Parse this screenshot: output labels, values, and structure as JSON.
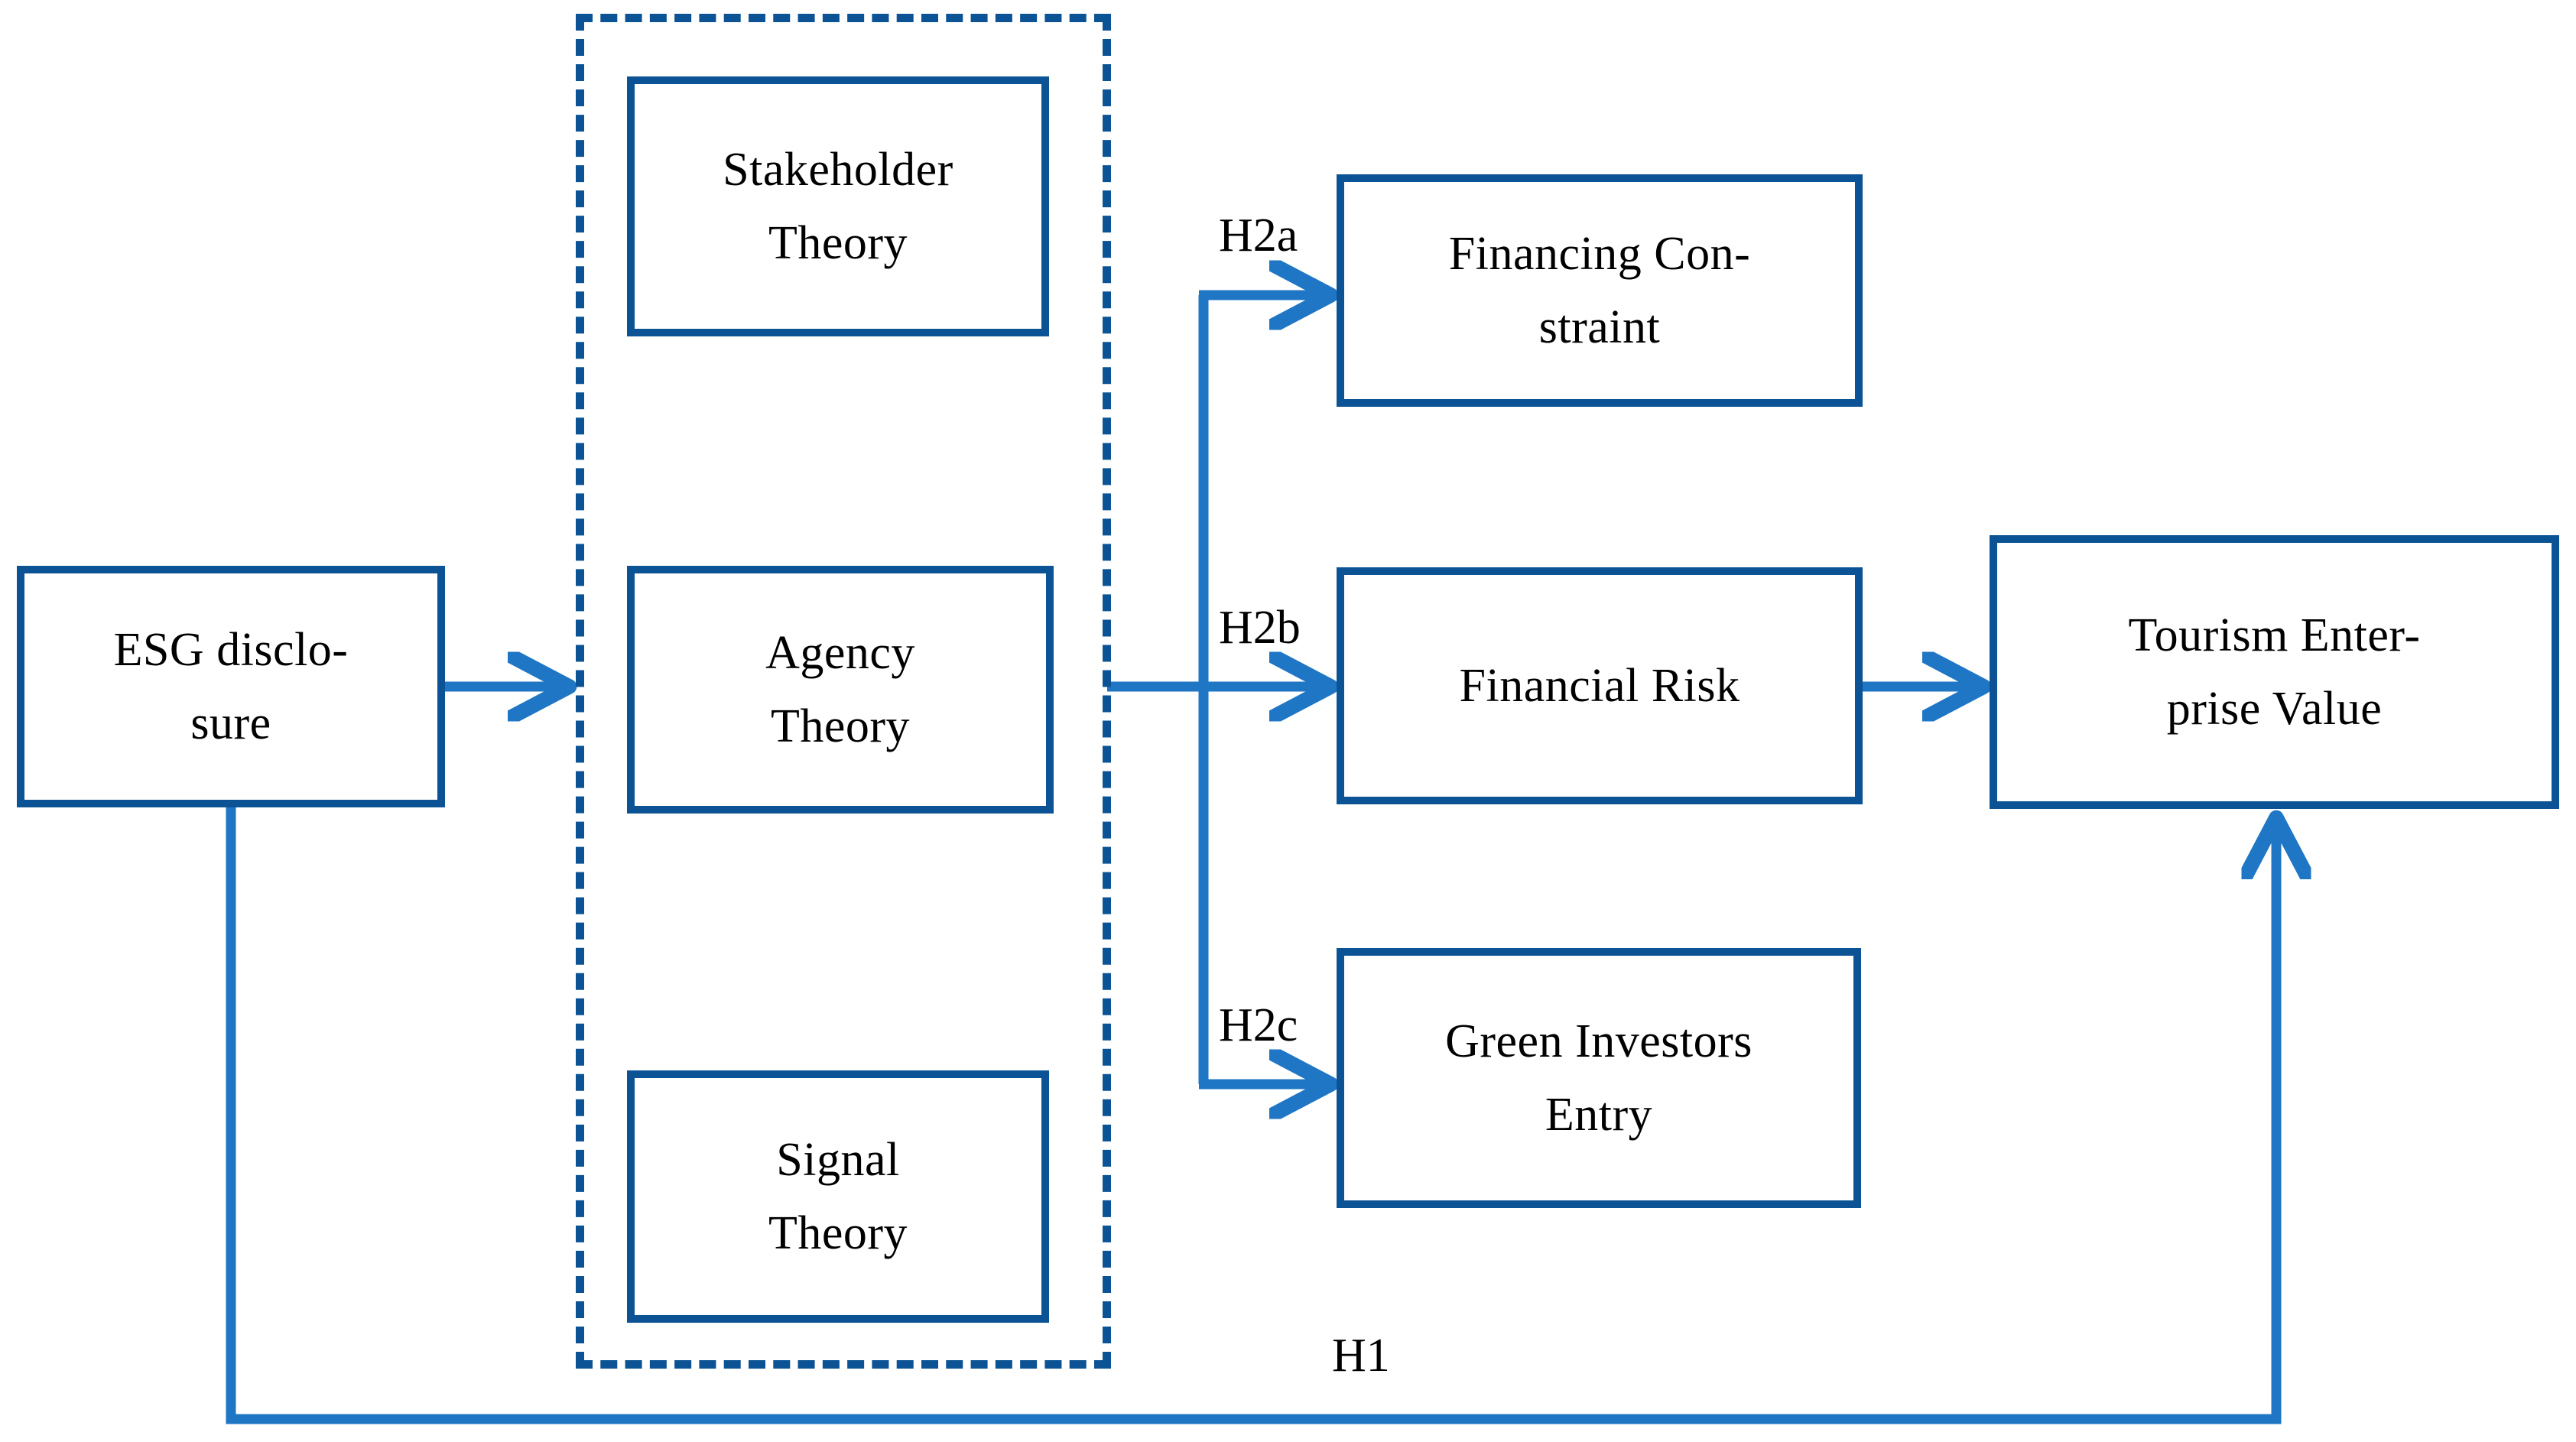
{
  "diagram": {
    "title": "ESG disclosure research framework",
    "colors": {
      "box_border": "#0b5394",
      "connector": "#1f76c4",
      "text": "#000000",
      "background": "#ffffff"
    },
    "nodes": {
      "esg": {
        "name": "ESG disclosure",
        "lines": [
          "ESG disclo-",
          "sure"
        ]
      },
      "stakeholder": {
        "name": "Stakeholder Theory",
        "lines": [
          "Stakeholder",
          "Theory"
        ]
      },
      "agency": {
        "name": "Agency Theory",
        "lines": [
          "Agency",
          "Theory"
        ]
      },
      "signal": {
        "name": "Signal Theory",
        "lines": [
          "Signal",
          "Theory"
        ]
      },
      "financing_constraint": {
        "name": "Financing Constraint",
        "lines": [
          "Financing Con-",
          "straint"
        ]
      },
      "financial_risk": {
        "name": "Financial Risk",
        "lines": [
          "Financial Risk"
        ]
      },
      "green_investors": {
        "name": "Green Investors Entry",
        "lines": [
          "Green Investors",
          "Entry"
        ]
      },
      "tourism_value": {
        "name": "Tourism Enterprise Value",
        "lines": [
          "Tourism Enter-",
          "prise Value"
        ]
      }
    },
    "edge_labels": {
      "h2a": "H2a",
      "h2b": "H2b",
      "h2c": "H2c",
      "h1": "H1"
    }
  }
}
